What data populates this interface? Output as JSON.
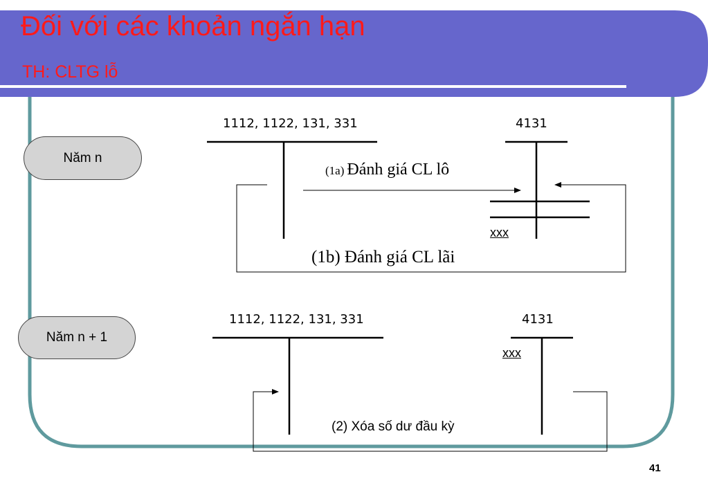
{
  "title": "Đối với các khoản ngắn hạn",
  "subtitle": "TH: CLTG lỗ",
  "colors": {
    "banner": "#6666cc",
    "frame": "#5f9a9e",
    "title": "#ff1a1a"
  },
  "year_n": {
    "label": "Năm n",
    "account_left": "1112, 1122, 131, 331",
    "account_right": "4131",
    "entry_1a_prefix": "(1a)",
    "entry_1a_text": "Đánh giá CL lô",
    "entry_1b": "(1b) Đánh giá CL lãi",
    "balance": "xxx"
  },
  "year_n1": {
    "label": "Năm n + 1",
    "account_left": "1112, 1122, 131, 331",
    "account_right": "4131",
    "balance": "xxx",
    "entry_2": "(2) Xóa số dư đầu kỳ"
  },
  "page_number": "41"
}
